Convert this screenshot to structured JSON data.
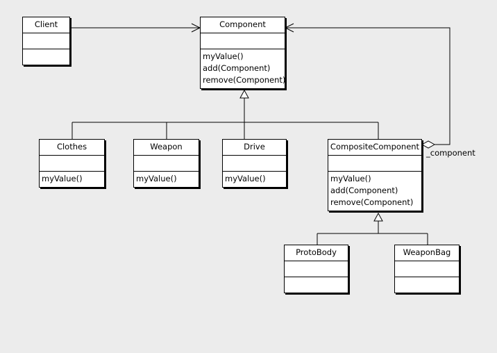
{
  "classes": {
    "client": {
      "name": "Client",
      "operations": []
    },
    "component": {
      "name": "Component",
      "operations": [
        "myValue()",
        "add(Component)",
        "remove(Component)"
      ]
    },
    "clothes": {
      "name": "Clothes",
      "operations": [
        "myValue()"
      ]
    },
    "weapon": {
      "name": "Weapon",
      "operations": [
        "myValue()"
      ]
    },
    "drive": {
      "name": "Drive",
      "operations": [
        "myValue()"
      ]
    },
    "composite": {
      "name": "CompositeComponent",
      "operations": [
        "myValue()",
        "add(Component)",
        "remove(Component)"
      ]
    },
    "protobody": {
      "name": "ProtoBody",
      "operations": []
    },
    "weaponbag": {
      "name": "WeaponBag",
      "operations": []
    }
  },
  "roles": {
    "component_role": "_component"
  },
  "colors": {
    "background": "#ececec",
    "box_fill": "#ffffff",
    "line": "#000000"
  }
}
